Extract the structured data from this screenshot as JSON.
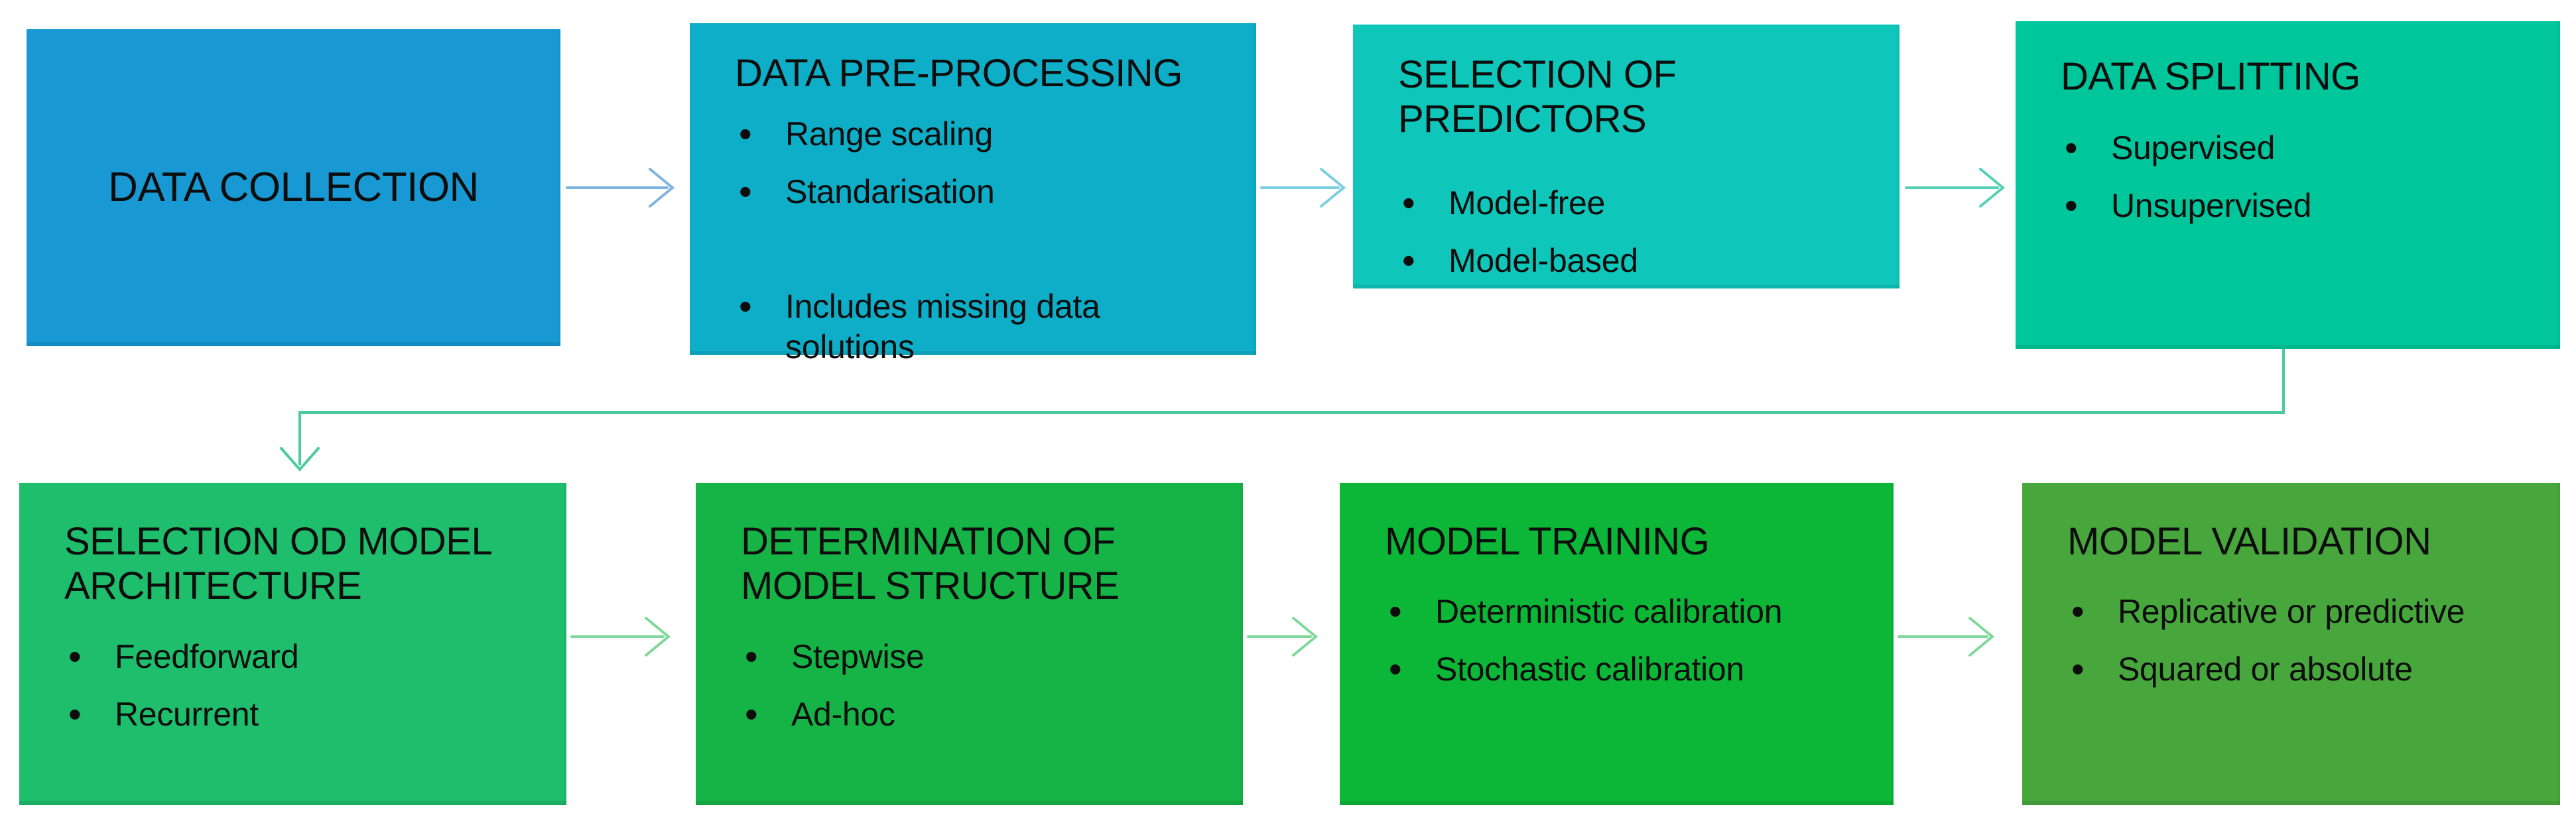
{
  "diagram": {
    "background_color": "#ffffff",
    "text_color": "#0d0d0d",
    "boxes": [
      {
        "id": "data-collection",
        "title": "DATA COLLECTION",
        "bullets": [],
        "color": "#1899D3"
      },
      {
        "id": "data-pre-processing",
        "title": "DATA PRE-PROCESSING",
        "bullets": [
          "Range scaling",
          "Standarisation",
          "Includes missing data solutions"
        ],
        "color": "#0FAEC8"
      },
      {
        "id": "selection-of-predictors",
        "title": "SELECTION OF PREDICTORS",
        "bullets": [
          "Model-free",
          "Model-based"
        ],
        "color": "#0FC6BA"
      },
      {
        "id": "data-splitting",
        "title": "DATA SPLITTING",
        "bullets": [
          "Supervised",
          "Unsupervised"
        ],
        "color": "#00C69B"
      },
      {
        "id": "selection-od-model-architecture",
        "title": "SELECTION OD MODEL ARCHITECTURE",
        "bullets": [
          "Feedforward",
          "Recurrent"
        ],
        "color": "#1EBE6C"
      },
      {
        "id": "determination-of-model-structure",
        "title": "DETERMINATION OF MODEL STRUCTURE",
        "bullets": [
          "Stepwise",
          "Ad-hoc"
        ],
        "color": "#16B447"
      },
      {
        "id": "model-training",
        "title": "MODEL TRAINING",
        "bullets": [
          "Deterministic calibration",
          "Stochastic calibration"
        ],
        "color": "#0CB737"
      },
      {
        "id": "model-validation",
        "title": "MODEL VALIDATION",
        "bullets": [
          "Replicative or predictive",
          "Squared or absolute"
        ],
        "color": "#47A73C"
      }
    ],
    "connectors": [
      {
        "from": "data-collection",
        "to": "data-pre-processing",
        "color": "#7FB4E0"
      },
      {
        "from": "data-pre-processing",
        "to": "selection-of-predictors",
        "color": "#7BCFE0"
      },
      {
        "from": "selection-of-predictors",
        "to": "data-splitting",
        "color": "#55D0B6"
      },
      {
        "from": "data-splitting",
        "to": "selection-od-model-architecture",
        "color": "#4CC99E"
      },
      {
        "from": "selection-od-model-architecture",
        "to": "determination-of-model-structure",
        "color": "#80D79A"
      },
      {
        "from": "determination-of-model-structure",
        "to": "model-training",
        "color": "#80D79A"
      },
      {
        "from": "model-training",
        "to": "model-validation",
        "color": "#80D79A"
      }
    ]
  }
}
